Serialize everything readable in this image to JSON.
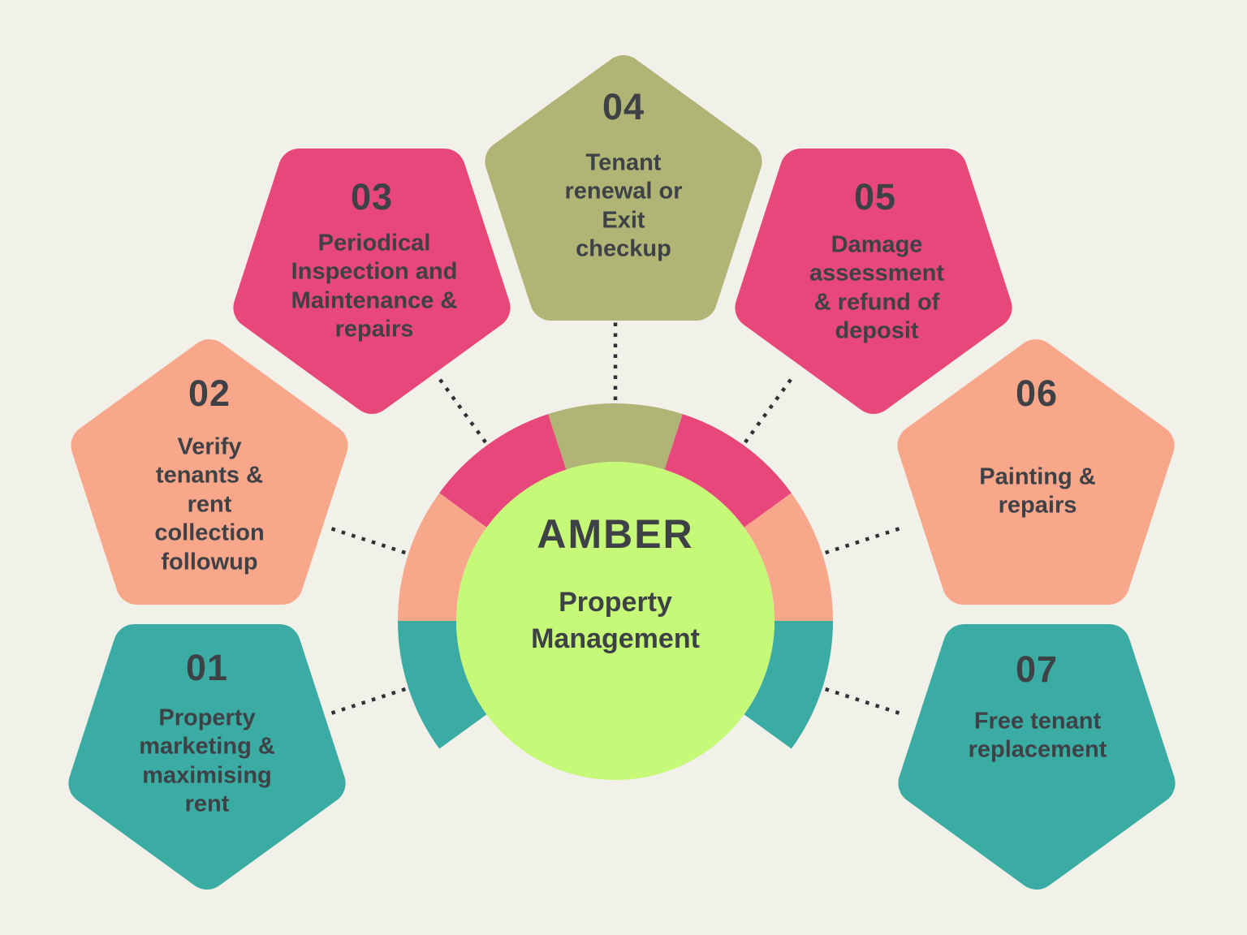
{
  "center": {
    "title": "AMBER",
    "subtitle": "Property\nManagement"
  },
  "steps": [
    {
      "number": "01",
      "label": "Property\nmarketing &\nmaximising\nrent",
      "color": "#3AACA4"
    },
    {
      "number": "02",
      "label": "Verify\ntenants &\nrent\ncollection\nfollowup",
      "color": "#F9A78B"
    },
    {
      "number": "03",
      "label": "Periodical\nInspection and\nMaintenance &\nrepairs",
      "color": "#E8477B"
    },
    {
      "number": "04",
      "label": "Tenant\nrenewal or\nExit\ncheckup",
      "color": "#B0B475"
    },
    {
      "number": "05",
      "label": "Damage\nassessment\n& refund of\ndeposit",
      "color": "#E8477B"
    },
    {
      "number": "06",
      "label": "Painting &\nrepairs",
      "color": "#F9A78B"
    },
    {
      "number": "07",
      "label": "Free tenant\nreplacement",
      "color": "#3AACA4"
    }
  ],
  "colors": {
    "background": "#F1F0E9",
    "center_circle": "#C5F977",
    "text": "#3E4145",
    "connector": "#2E3236"
  }
}
